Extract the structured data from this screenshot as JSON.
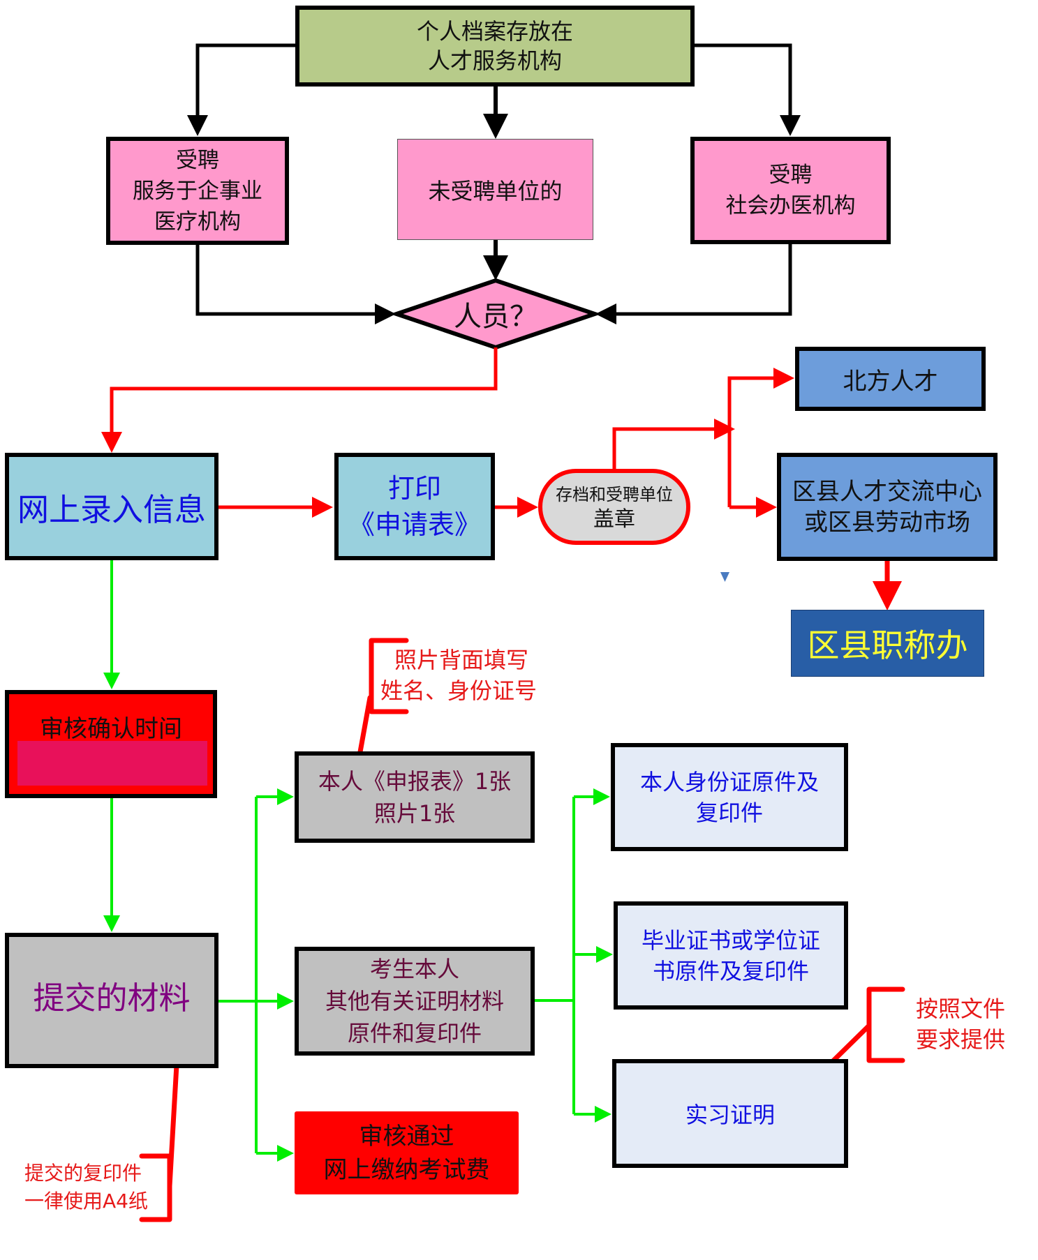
{
  "colors": {
    "black_line": "#000000",
    "red_line": "#ff0000",
    "green_line": "#00ee00",
    "olive_fill": "#b7cb8a",
    "pink_fill": "#ff99cc",
    "light_blue_fill": "#99d0dd",
    "grey_fill": "#c0c0c0",
    "pill_fill": "#d9d9d9",
    "steel_blue_fill": "#6d9ddb",
    "navy_fill": "#285ea6",
    "yellow_text": "#ffff33",
    "red_fill": "#ff0000",
    "crimson_inner": "#e8115a",
    "pale_blue_fill": "#e4ebf7",
    "marker_blue": "#4a7bc0"
  },
  "nodes": {
    "archive": {
      "lines": [
        "个人档案存放在",
        "人才服务机构"
      ]
    },
    "employed_enterprise": {
      "lines": [
        "受聘",
        "服务于企事业",
        "医疗机构"
      ]
    },
    "unemployed": {
      "lines": [
        "未受聘单位的"
      ]
    },
    "employed_private": {
      "lines": [
        "受聘",
        "社会办医机构"
      ]
    },
    "decision": {
      "label": "人员？"
    },
    "online_entry": {
      "label": "网上录入信息"
    },
    "print_form": {
      "lines": [
        "打印",
        "《申请表》"
      ]
    },
    "stamp": {
      "lines": [
        "存档和受聘单位",
        "盖章"
      ]
    },
    "beifang": {
      "label": "北方人才"
    },
    "district_center": {
      "lines": [
        "区县人才交流中心",
        "或区县劳动市场"
      ]
    },
    "district_title_office": {
      "label": "区县职称办"
    },
    "review_time": {
      "label": "审核确认时间",
      "value": ""
    },
    "submit_materials": {
      "label": "提交的材料"
    },
    "application_form": {
      "lines": [
        "本人《申报表》1张",
        "照片1张"
      ]
    },
    "other_docs": {
      "lines": [
        "考生本人",
        "其他有关证明材料",
        "原件和复印件"
      ]
    },
    "pay_fee": {
      "lines": [
        "审核通过",
        "网上缴纳考试费"
      ]
    },
    "id_card": {
      "lines": [
        "本人身份证原件及",
        "复印件"
      ]
    },
    "diploma": {
      "lines": [
        "毕业证书或学位证",
        "书原件及复印件"
      ]
    },
    "internship": {
      "label": "实习证明"
    }
  },
  "callouts": {
    "photo_note": {
      "lines": [
        "照片背面填写",
        "姓名、身份证号"
      ]
    },
    "a4_note": {
      "lines": [
        "提交的复印件",
        "一律使用A4纸"
      ]
    },
    "file_note": {
      "lines": [
        "按照文件",
        "要求提供"
      ]
    }
  }
}
